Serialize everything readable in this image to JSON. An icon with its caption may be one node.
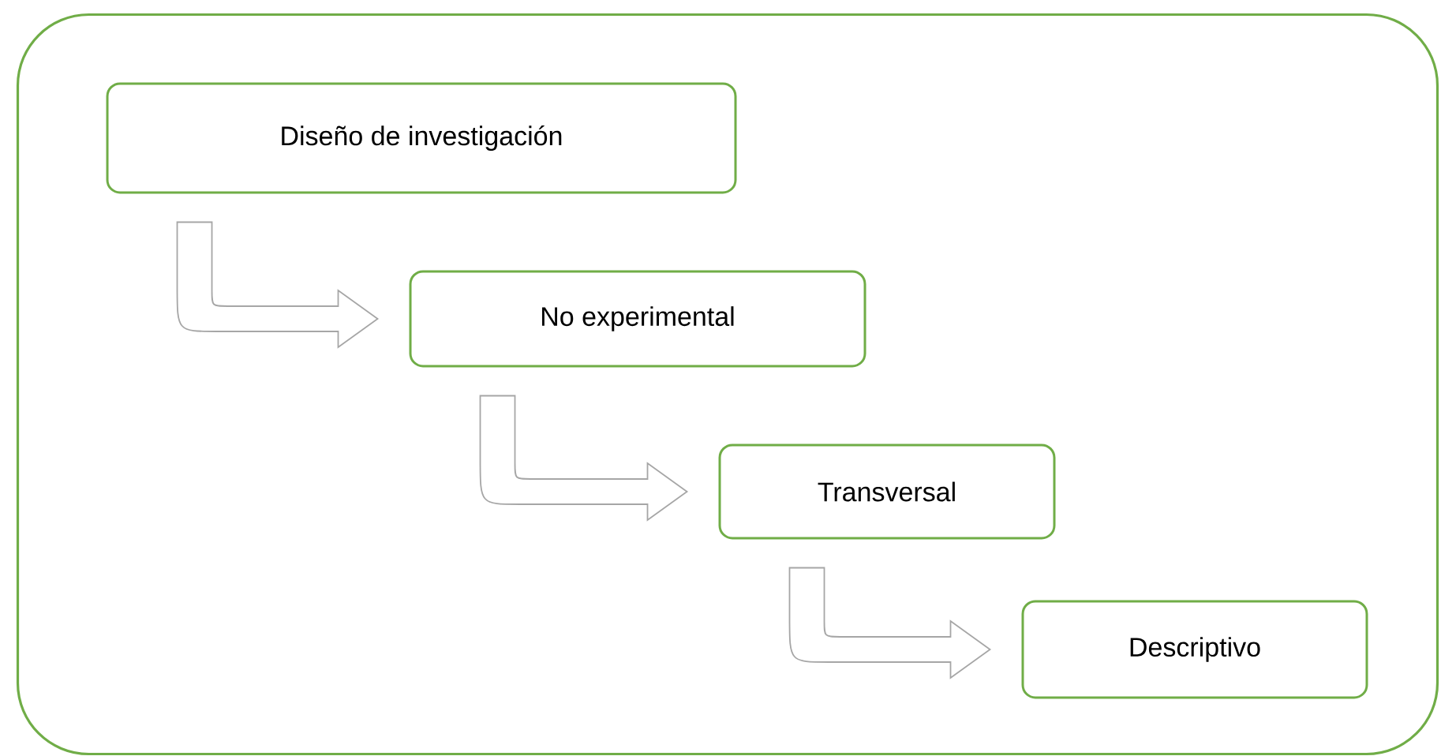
{
  "diagram": {
    "nodes": [
      {
        "text": [],
        "shape": "box"
      },
      {
        "text": [
          "Diseño de investigación"
        ],
        "in": 0
      },
      {
        "text": [
          "No experimental"
        ],
        "in": 0
      },
      {
        "text": [
          "Transversal"
        ],
        "in": 0
      },
      {
        "text": [
          "Descriptivo"
        ],
        "in": 0
      }
    ],
    "edges": [
      {
        "from": 1,
        "to": 2,
        "arrow": "to"
      },
      {
        "from": 2,
        "to": 3,
        "arrow": "to"
      },
      {
        "from": 3,
        "to": 4,
        "arrow": "to"
      }
    ]
  }
}
